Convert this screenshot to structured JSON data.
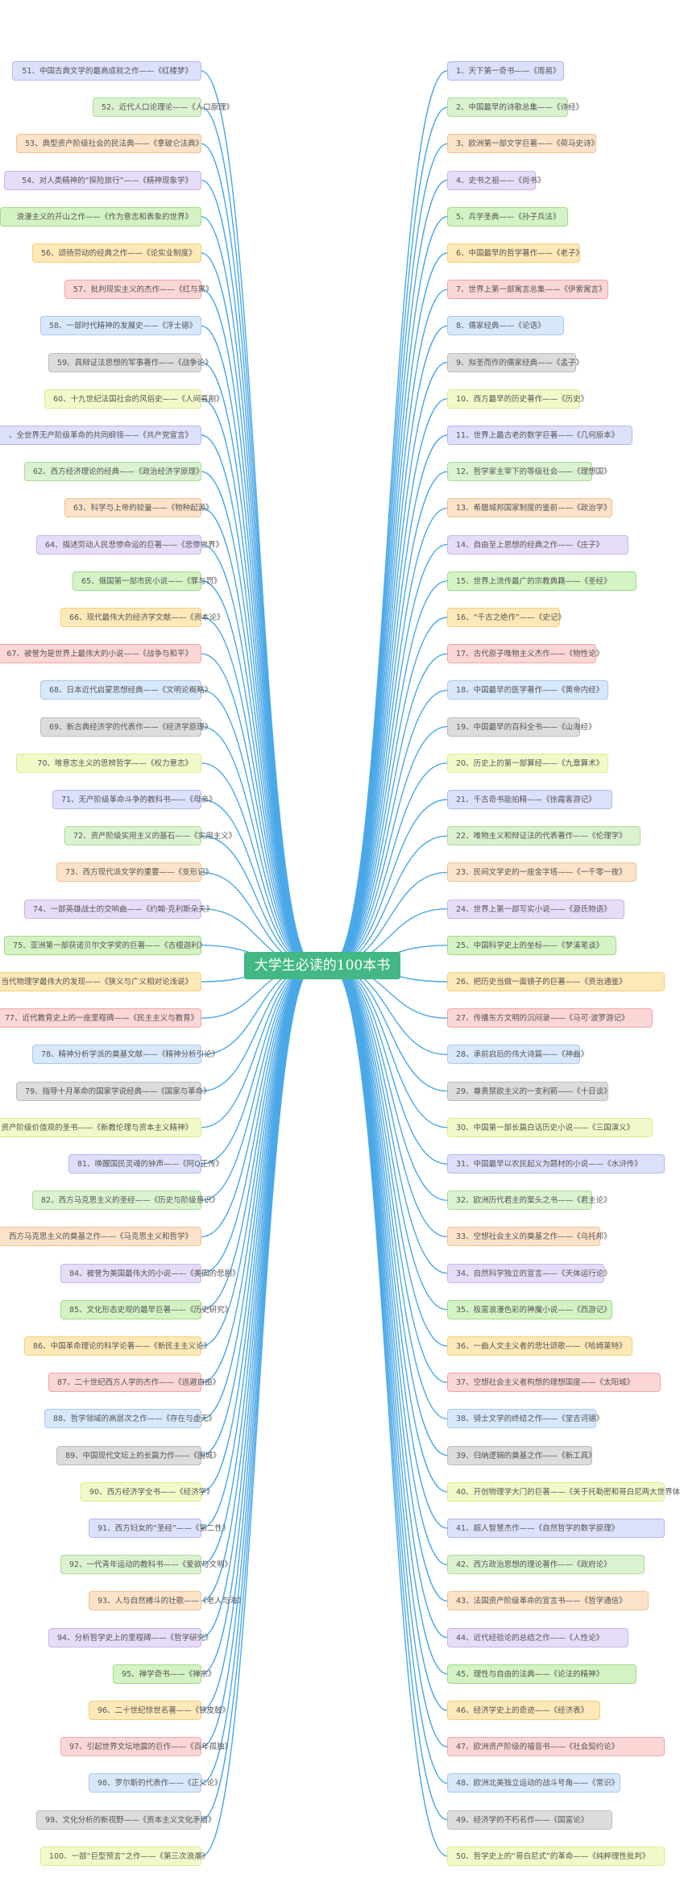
{
  "title": "大学生必读的100本书",
  "colors": {
    "link": "#4aa8e8",
    "center_bg": "#43b884",
    "palette": [
      {
        "bg": "#dde0fb",
        "border": "#b3b8f2"
      },
      {
        "bg": "#daf2d0",
        "border": "#a9dd96"
      },
      {
        "bg": "#fbe2c9",
        "border": "#f2c18f"
      },
      {
        "bg": "#e7dcf7",
        "border": "#c9b3ee"
      },
      {
        "bg": "#d4f3c4",
        "border": "#9fdc85"
      },
      {
        "bg": "#fde8b7",
        "border": "#f5cf79"
      },
      {
        "bg": "#fbd6d6",
        "border": "#f1a6a6"
      },
      {
        "bg": "#d8e8fb",
        "border": "#a7c9f2"
      },
      {
        "bg": "#dcdcdc",
        "border": "#bdbdbd"
      },
      {
        "bg": "#f2f9c9",
        "border": "#dbeb90"
      }
    ]
  },
  "left_items": [
    "51、中国古典文学的最高成就之作——《红楼梦》",
    "52、近代人口论理论——《人口原理》",
    "53、典型资产阶级社会的民法典——《拿破仑法典》",
    "54、对人类精神的“探险旅行”——《精神现象学》",
    "浪漫主义的开山之作——《作为意志和表象的世界》",
    "56、颂扬劳动的经典之作——《论实业制度》",
    "57、批判现实主义的杰作——《红与黑》",
    "58、一部时代精神的发展史——《浮士德》",
    "59、具辩证法思想的军事著作——《战争论》",
    "60、十九世纪法国社会的风俗史——《人间喜剧》",
    "、全世界无产阶级革命的共同纲领——《共产党宣言》",
    "62、西方经济理论的经典——《政治经济学原理》",
    "63、科学与上帝的较量——《物种起源》",
    "64、描述劳动人民悲惨命运的巨著——《悲惨世界》",
    "65、俄国第一部市民小说——《罪与罚》",
    "66、现代最伟大的经济学文献——《资本论》",
    "67、被誉为是世界上最伟大的小说——《战争与和平》",
    "68、日本近代启蒙思想经典——《文明论概略》",
    "69、新古典经济学的代表作——《经济学原理》",
    "70、唯意志主义的思辨哲学——《权力意志》",
    "71、无产阶级革命斗争的教科书——《母亲》",
    "72、资产阶级实用主义的基石——《实用主义》",
    "73、西方现代派文学的重要——《变形记》",
    "74、一部英雄战士的交响曲——《约翰·克利斯朵夫》",
    "75、亚洲第一部获诺贝尔文学奖的巨著——《吉檀迦利》",
    "当代物理学最伟大的发现——《狭义与广义相对论浅说》",
    "77、近代教育史上的一座里程碑——《民主主义与教育》",
    "78、精神分析学派的奠基文献——《精神分析引论》",
    "79、指导十月革命的国家学说经典——《国家与革命》",
    "资产阶级价值观的圣书——《新教伦理与资本主义精神》",
    "81、唤醒国民灵魂的钟声——《阿Q正传》",
    "82、西方马克思主义的圣经——《历史与阶级意识》",
    "西方马克思主义的奠基之作——《马克思主义和哲学》",
    "84、被誉为美国最伟大的小说——《美国的悲剧》",
    "85、文化形态史观的最早巨著——《历史研究》",
    "86、中国革命理论的科学论著——《新民主主义论》",
    "87、二十世纪西方人学的杰作——《逃避自由》",
    "88、哲学领域的高层次之作——《存在与虚无》",
    "89、中国现代文坛上的长篇力作——《围城》",
    "90、西方经济学全书——《经济学》",
    "91、西方妇女的“圣经”——《第二性》",
    "92、一代青年运动的教科书——《爱欲与文明》",
    "93、人与自然搏斗的壮歌——《老人与海》",
    "94、分析哲学史上的里程碑——《哲学研究》",
    "95、禅学奇书——《禅宗》",
    "96、二十世纪惊世名著——《铁皮鼓》",
    "97、引起世界文坛地震的巨作——《百年孤独》",
    "98、罗尔斯的代表作——《正义论》",
    "99、文化分析的新视野——《资本主义文化矛盾》",
    "100、一部“巨型预言”之作——《第三次浪潮》"
  ],
  "right_items": [
    "1、天下第一奇书——《周易》",
    "2、中国最早的诗歌总集——《诗经》",
    "3、欧洲第一部文学巨著——《荷马史诗》",
    "4、史书之祖——《尚书》",
    "5、兵学圣典——《孙子兵法》",
    "6、中国最早的哲学著作——《老子》",
    "7、世界上第一部寓言总集——《伊索寓言》",
    "8、儒家经典——《论语》",
    "9、拟圣而作的儒家经典——《孟子》",
    "10、西方最早的历史著作——《历史》",
    "11、世界上最古老的数学巨著——《几何原本》",
    "12、哲学家主宰下的等级社会——《理想国》",
    "13、希腊城邦国家制度的鉴前——《政治学》",
    "14、自由至上思想的经典之作——《庄子》",
    "15、世界上流传最广的宗教典籍——《圣经》",
    "16、“千古之绝作”——《史记》",
    "17、古代原子唯物主义杰作——《物性论》",
    "18、中国最早的医学著作——《黄帝内经》",
    "19、中国最早的百科全书——《山海经》",
    "20、历史上的第一部算经——《九章算术》",
    "21、千古奇书能拍精——《徐霞客游记》",
    "22、唯物主义和辩证法的代表著作——《伦理学》",
    "23、民间文学史的一座金字塔——《一千零一夜》",
    "24、世界上第一部写实小说——《源氏物语》",
    "25、中国科学史上的坐标——《梦溪笔谈》",
    "26、把历史当做一面镜子的巨著——《资治通鉴》",
    "27、传播东方文明的沉闷录——《马可·波罗游记》",
    "28、承前启后的伟大诗篇——《神曲》",
    "29、尊贵禁欲主义的一支利箭——《十日谈》",
    "30、中国第一部长篇白话历史小说——《三国演义》",
    "31、中国最早以农民起义为题材的小说——《水浒传》",
    "32、欧洲历代君主的案头之书——《君主论》",
    "33、空想社会主义的奠基之作——《乌托邦》",
    "34、自然科学独立的宣言——《天体运行论》",
    "35、极富浪漫色彩的神魔小说——《西游记》",
    "36、一曲人文主义者的悲壮颂歌——《哈姆莱特》",
    "37、空想社会主义者构想的理想国度——《太阳城》",
    "38、骑士文学的终结之作——《堂吉诃德》",
    "39、归纳逻辑的奠基之作——《新工具》",
    "40、开创物理学大门的巨著——《关于托勒密和哥白尼两大世界体",
    "41、超人智慧杰作——《自然哲学的数学原理》",
    "42、西方政治思想的理论著作——《政府论》",
    "43、法国资产阶级革命的宣言书——《哲学通信》",
    "44、近代经验论的总结之作——《人性论》",
    "45、理性与自由的法典——《论法的精神》",
    "46、经济学史上的奇迹——《经济表》",
    "47、欧洲资产阶级的福音书——《社会契约论》",
    "48、欧洲北美独立运动的战斗号角——《常识》",
    "49、经济学的不朽名作——《国富论》",
    "50、哲学史上的“哥白尼式”的革命——《纯粹理性批判》"
  ]
}
